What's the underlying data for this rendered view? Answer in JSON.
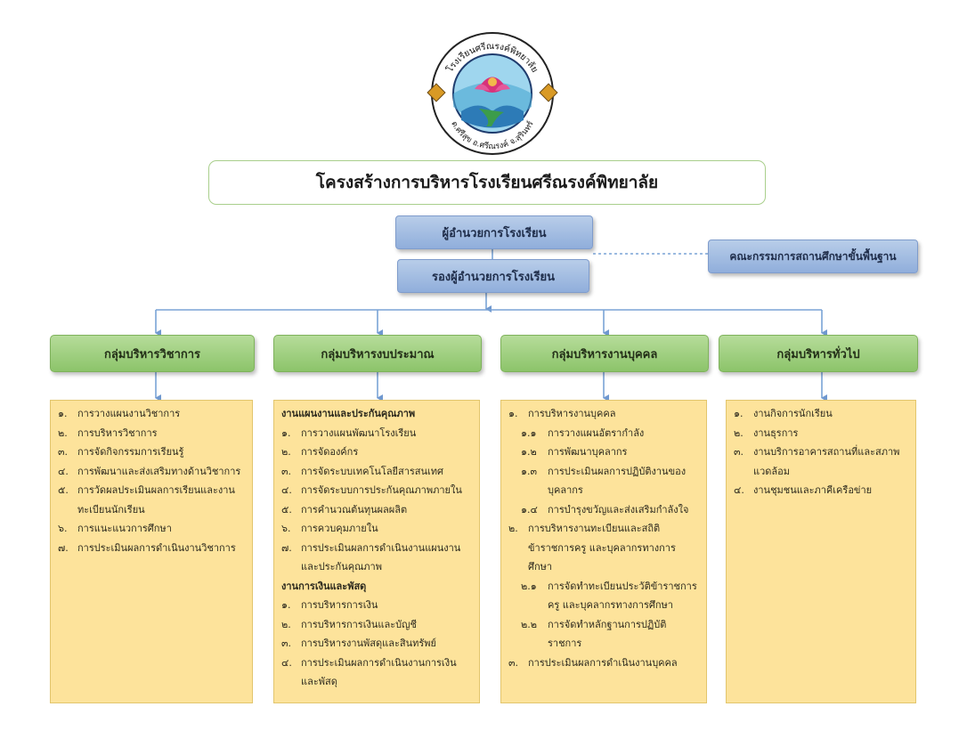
{
  "logo": {
    "arc_text_top": "โรงเรียนศรีณรงค์พิทยาลัย",
    "arc_text_bottom": "ต.ศรีสุข อ.ศรีณรงค์ จ.สุรินทร์"
  },
  "title": "โครงสร้างการบริหารโรงเรียนศรีณรงค์พิทยาลัย",
  "director": "ผู้อำนวยการโรงเรียน",
  "deputy": "รองผู้อำนวยการโรงเรียน",
  "committee": "คณะกรรมการสถานศึกษาขั้นพื้นฐาน",
  "groups": [
    {
      "title": "กลุ่มบริหารวิชาการ",
      "items": [
        {
          "n": "๑.",
          "t": "การวางแผนงานวิชาการ"
        },
        {
          "n": "๒.",
          "t": "การบริหารวิชาการ"
        },
        {
          "n": "๓.",
          "t": "การจัดกิจกรรมการเรียนรู้"
        },
        {
          "n": "๔.",
          "t": "การพัฒนาและส่งเสริมทางด้านวิชาการ"
        },
        {
          "n": "๕.",
          "t": "การวัดผลประเมินผลการเรียนและงานทะเบียนนักเรียน"
        },
        {
          "n": "๖.",
          "t": "การแนะแนวการศึกษา"
        },
        {
          "n": "๗.",
          "t": "การประเมินผลการดำเนินงานวิชาการ"
        }
      ]
    },
    {
      "title": "กลุ่มบริหารงบประมาณ",
      "sections": [
        {
          "heading": "งานแผนงานและประกันคุณภาพ",
          "items": [
            {
              "n": "๑.",
              "t": "การวางแผนพัฒนาโรงเรียน"
            },
            {
              "n": "๒.",
              "t": "การจัดองค์กร"
            },
            {
              "n": "๓.",
              "t": "การจัดระบบเทคโนโลยีสารสนเทศ"
            },
            {
              "n": "๔.",
              "t": "การจัดระบบการประกันคุณภาพภายใน"
            },
            {
              "n": "๕.",
              "t": "การคำนวณต้นทุนผลผลิต"
            },
            {
              "n": "๖.",
              "t": "การควบคุมภายใน"
            },
            {
              "n": "๗.",
              "t": "การประเมินผลการดำเนินงานแผนงานและประกันคุณภาพ"
            }
          ]
        },
        {
          "heading": "งานการเงินและพัสดุ",
          "items": [
            {
              "n": "๑.",
              "t": "การบริหารการเงิน"
            },
            {
              "n": "๒.",
              "t": "การบริหารการเงินและบัญชี"
            },
            {
              "n": "๓.",
              "t": "การบริหารงานพัสดุและสินทรัพย์"
            },
            {
              "n": "๔.",
              "t": "การประเมินผลการดำเนินงานการเงินและพัสดุ"
            }
          ]
        }
      ]
    },
    {
      "title": "กลุ่มบริหารงานบุคคล",
      "items": [
        {
          "n": "๑.",
          "t": "การบริหารงานบุคคล",
          "subs": [
            {
              "n": "๑.๑",
              "t": "การวางแผนอัตรากำลัง"
            },
            {
              "n": "๑.๒",
              "t": "การพัฒนาบุคลากร"
            },
            {
              "n": "๑.๓",
              "t": "การประเมินผลการปฏิบัติงานของบุคลากร"
            },
            {
              "n": "๑.๔",
              "t": "การบำรุงขวัญและส่งเสริมกำลังใจ"
            }
          ]
        },
        {
          "n": "๒.",
          "t": "การบริหารงานทะเบียนและสถิติข้าราชการครู และบุคลากรทางการศึกษา",
          "subs": [
            {
              "n": "๒.๑",
              "t": "การจัดทำทะเบียนประวัติข้าราชการครู และบุคลากรทางการศึกษา"
            },
            {
              "n": "๒.๒",
              "t": "การจัดทำหลักฐานการปฏิบัติราชการ"
            }
          ]
        },
        {
          "n": "๓.",
          "t": "การประเมินผลการดำเนินงานบุคคล"
        }
      ]
    },
    {
      "title": "กลุ่มบริหารทั่วไป",
      "items": [
        {
          "n": "๑.",
          "t": "งานกิจการนักเรียน"
        },
        {
          "n": "๒.",
          "t": "งานธุรการ"
        },
        {
          "n": "๓.",
          "t": "งานบริการอาคารสถานที่และสภาพแวดล้อม"
        },
        {
          "n": "๔.",
          "t": "งานชุมชนและภาคีเครือข่าย"
        }
      ]
    }
  ]
}
